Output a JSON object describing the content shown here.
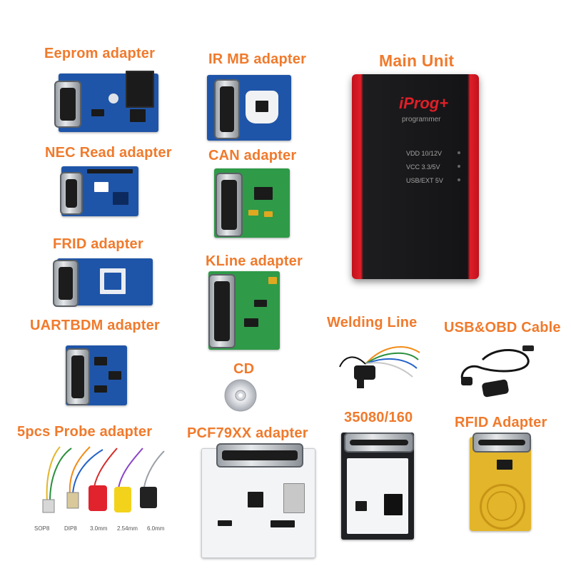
{
  "labels": {
    "eeprom": "Eeprom adapter",
    "irmb": "IR MB adapter",
    "main_unit": "Main Unit",
    "nec": "NEC Read adapter",
    "can": "CAN adapter",
    "frid": "FRID adapter",
    "kline": "KLine adapter",
    "uartbdm": "UARTBDM adapter",
    "welding": "Welding Line",
    "usb_obd": "USB&OBD Cable",
    "cd": "CD",
    "probe": "5pcs Probe adapter",
    "pcf79xx": "PCF79XX adapter",
    "chip35080": "35080/160",
    "rfid": "RFID Adapter"
  },
  "device": {
    "brand": "iProg+",
    "subtitle": "programmer",
    "led1": "VDD 10/12V",
    "led2": "VCC 3.3/5V",
    "led3": "USB/EXT 5V"
  },
  "probe_tags": [
    "SOP8",
    "DIP8",
    "3.0mm",
    "2.54mm",
    "6.0mm"
  ],
  "colors": {
    "label": "#f07a2c",
    "device_red": "#e01e28",
    "pcb_blue": "#1f55a8",
    "pcb_green": "#2f9a48",
    "gold_pcb": "#e2b52a"
  }
}
